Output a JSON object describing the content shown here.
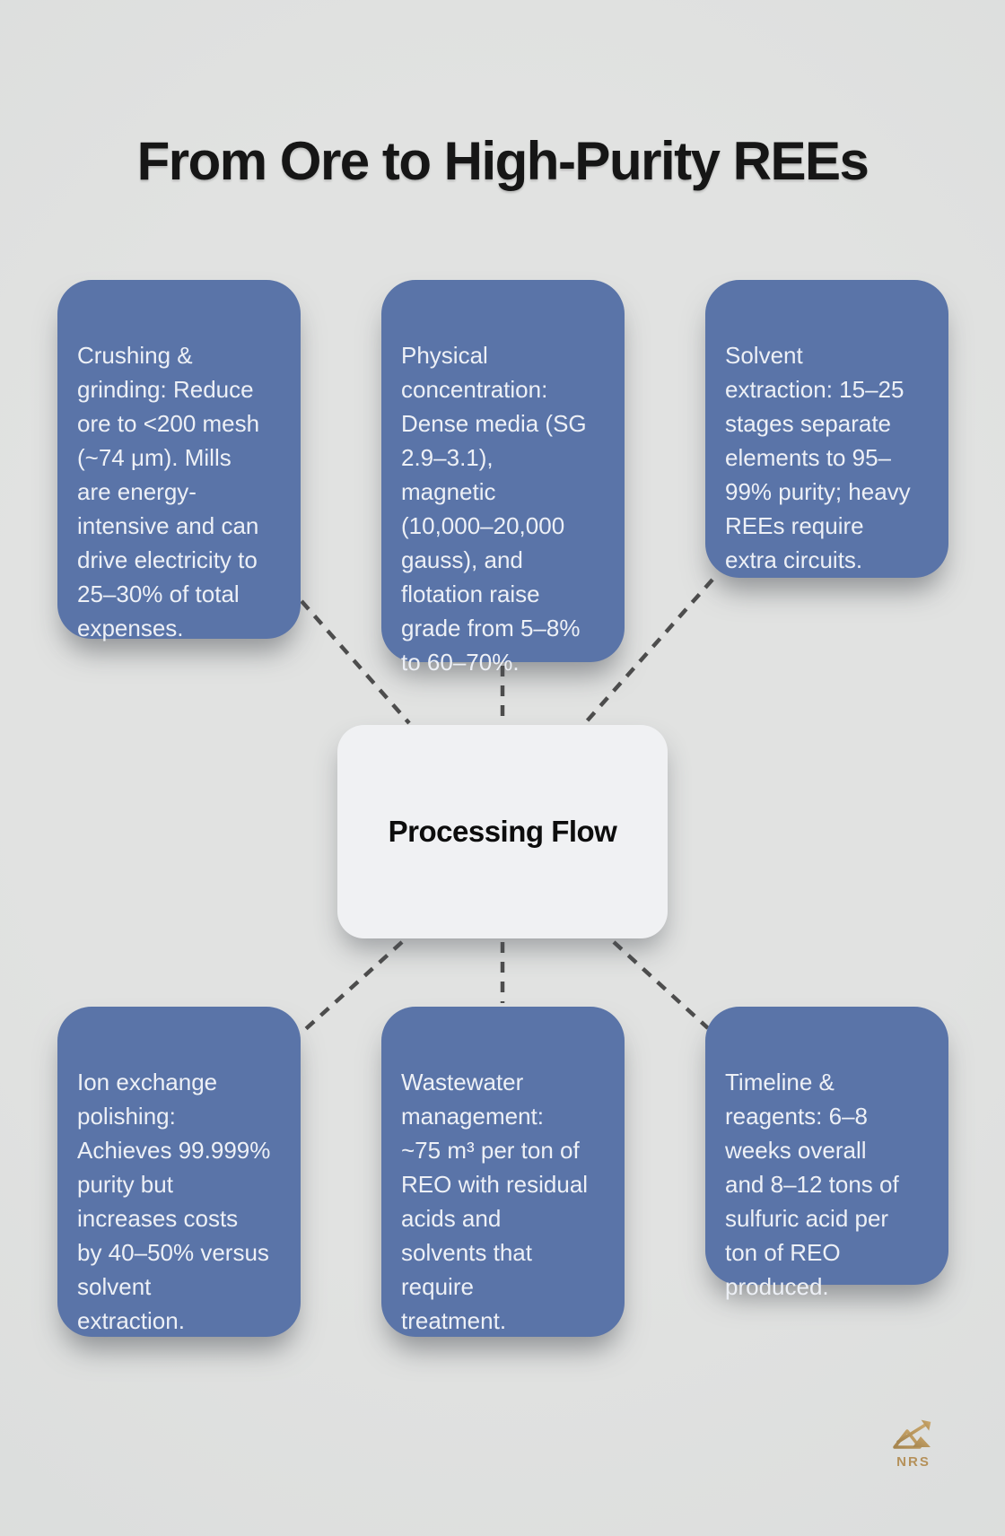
{
  "title": "From Ore to High-Purity REEs",
  "center": {
    "label": "Processing Flow"
  },
  "nodes": [
    {
      "id": "crushing-grinding",
      "text": "Crushing &\ngrinding: Reduce\nore to <200 mesh\n(~74 μm). Mills\nare energy-\nintensive and can\ndrive electricity to\n25–30% of total\nexpenses."
    },
    {
      "id": "physical-concentration",
      "text": "Physical\nconcentration:\nDense media (SG\n2.9–3.1),\nmagnetic\n(10,000–20,000\ngauss), and\nflotation raise\ngrade from 5–8%\nto 60–70%."
    },
    {
      "id": "solvent-extraction",
      "text": "Solvent\nextraction: 15–25\nstages separate\nelements to 95–\n99% purity; heavy\nREEs require\nextra circuits."
    },
    {
      "id": "ion-exchange-polishing",
      "text": "Ion exchange\npolishing:\nAchieves 99.999%\npurity but\nincreases costs\nby 40–50% versus\nsolvent\nextraction."
    },
    {
      "id": "wastewater-management",
      "text": "Wastewater\nmanagement:\n~75 m³ per ton of\nREO with residual\nacids and\nsolvents that\nrequire\ntreatment."
    },
    {
      "id": "timeline-reagents",
      "text": "Timeline &\nreagents: 6–8\nweeks overall\nand 8–12 tons of\nsulfuric acid per\nton of REO\nproduced."
    }
  ],
  "logo": {
    "text": "NRS"
  },
  "colors": {
    "background": "#e1e2e1",
    "node_fill": "#5a74a8",
    "node_text": "#edf0f6",
    "center_fill": "#f0f1f3",
    "connector": "#4d4d4d",
    "title_color": "#161616",
    "logo_gold": "#b5915a"
  }
}
